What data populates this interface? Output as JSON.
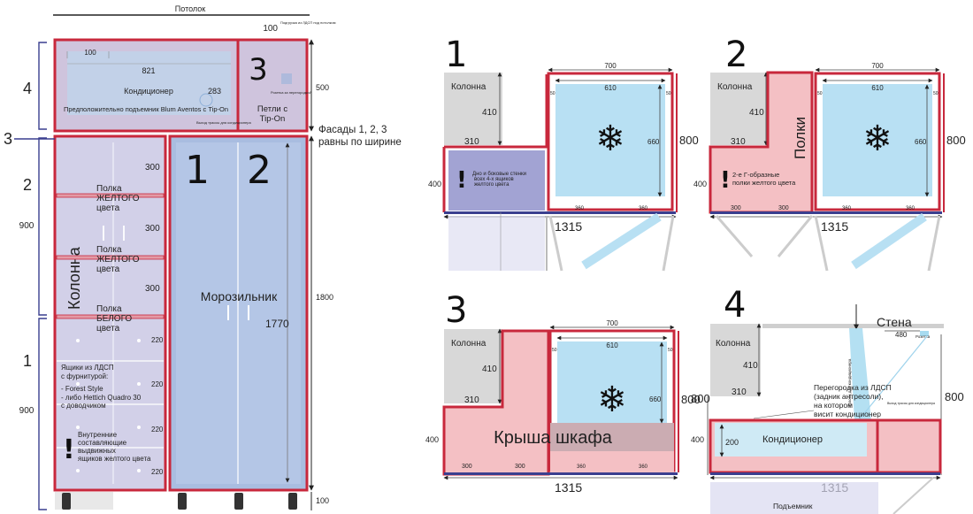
{
  "left": {
    "ceiling": "Потолок",
    "ceiling_gap_value": "100",
    "ceiling_gap_note": "Подгрузка из ЛДСП под потолком",
    "d500": "500",
    "d1800": "1800",
    "d100": "100",
    "d900_top": "900",
    "d900_bottom": "900",
    "sec4": "4",
    "sec3": "3",
    "sec2": "2",
    "sec1": "1",
    "dim_100_inner": "100",
    "dim_821": "821",
    "dim_283": "283",
    "ac_label": "Кондиционер",
    "lift_note": "Предположительно подъемник Blum Aventos с Tip-On",
    "hose_note": "Выход трассы для кондиционера",
    "door3_num": "3",
    "socket_note": "Розетка за перегородкой",
    "tipon_line1": "Петли с",
    "tipon_line2": "Tip-On",
    "facades_line1": "Фасады 1, 2, 3",
    "facades_line2": "равны по ширине",
    "door1_num": "1",
    "door2_num": "2",
    "freezer": "Морозильник",
    "dim_1770": "1770",
    "kolonna": "Колонна",
    "shelf_300a": "300",
    "shelf_300b": "300",
    "shelf_300c": "300",
    "shelf1_l1": "Полка",
    "shelf1_l2": "ЖЕЛТОГО",
    "shelf1_l3": "цвета",
    "shelf2_l1": "Полка",
    "shelf2_l2": "ЖЕЛТОГО",
    "shelf2_l3": "цвета",
    "shelf3_l1": "Полка",
    "shelf3_l2": "БЕЛОГО",
    "shelf3_l3": "цвета",
    "drawer_220a": "220",
    "drawer_220b": "220",
    "drawer_220c": "220",
    "drawer_220d": "220",
    "drawers_l1": "Ящики из ЛДСП",
    "drawers_l2": "с фурнитурой:",
    "drawers_l3": "- Forest Style",
    "drawers_l4": "- либо Hettich Quadro 30",
    "drawers_l5": "с доводчиком",
    "inner_l1": "Внутренние",
    "inner_l2": "составляющие",
    "inner_l3": "выдвижных",
    "inner_l4": "ящиков желтого цвета",
    "exclam": "!"
  },
  "plans": [
    {
      "num": "1",
      "kolonna": "Колонна",
      "d700": "700",
      "d610": "610",
      "d50a": "50",
      "d50b": "50",
      "d410": "410",
      "d310": "310",
      "d660": "660",
      "d800": "800",
      "d400": "400",
      "d360a": "360",
      "d360b": "360",
      "d1315": "1315",
      "note_l1": "Дно и боковые стенки",
      "note_l2": "всех 4-х ящиков",
      "note_l3": "желтого цвета",
      "exclam": "!",
      "snow": "❄"
    },
    {
      "num": "2",
      "kolonna": "Колонна",
      "shelves": "Полки",
      "d700": "700",
      "d610": "610",
      "d50a": "50",
      "d50b": "50",
      "d410": "410",
      "d310": "310",
      "d660": "660",
      "d800": "800",
      "d400": "400",
      "d300a": "300",
      "d300b": "300",
      "d360a": "360",
      "d360b": "360",
      "d1315": "1315",
      "note_l1": "2-е Г-образные",
      "note_l2": "полки желтого цвета",
      "exclam": "!",
      "snow": "❄"
    },
    {
      "num": "3",
      "kolonna": "Колонна",
      "roof": "Крыша шкафа",
      "d700": "700",
      "d610": "610",
      "d50a": "50",
      "d50b": "50",
      "d410": "410",
      "d310": "310",
      "d660": "660",
      "d800": "800",
      "d400": "400",
      "d300a": "300",
      "d300b": "300",
      "d360a": "360",
      "d360b": "360",
      "d1315": "1315",
      "snow": "❄"
    },
    {
      "num": "4",
      "kolonna": "Колонна",
      "wall": "Стена",
      "d480": "480",
      "socket": "Розетка",
      "hose": "Трасса для кондиционера",
      "hose_out": "Выход трассы для кондиционера",
      "d410": "410",
      "d310": "310",
      "d800a": "800",
      "d800b": "800",
      "d400": "400",
      "partition_l1": "Перегородка из ЛДСП",
      "partition_l2": "(задник антресоли),",
      "partition_l3": "на котором",
      "partition_l4": "висит кондиционер",
      "d200": "200",
      "ac": "Кондиционер",
      "d1315": "1315",
      "lift": "Подъемник"
    }
  ]
}
